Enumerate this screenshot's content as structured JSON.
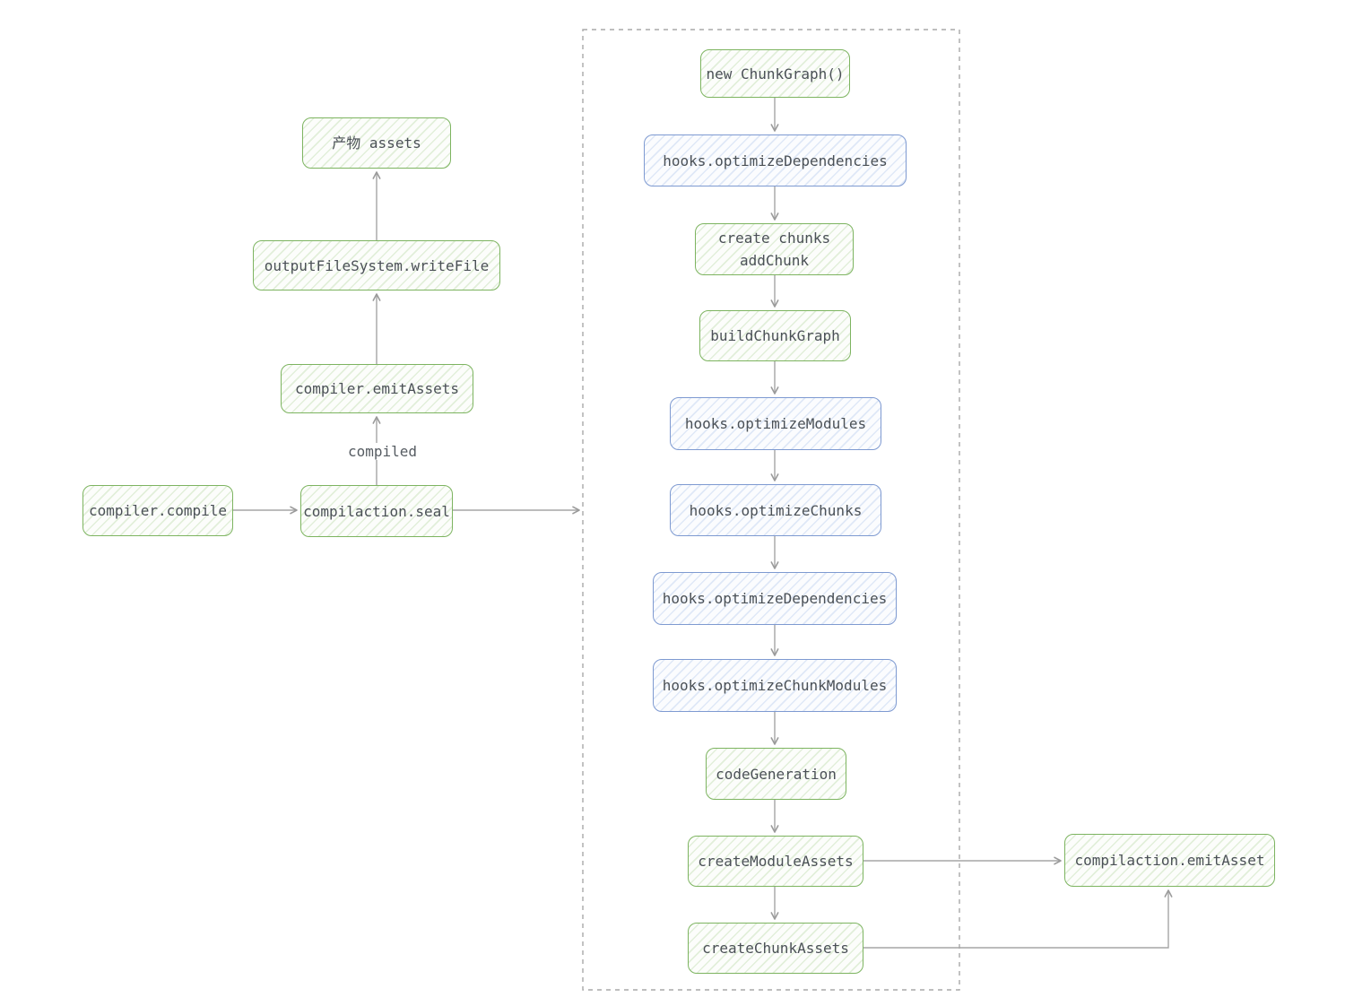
{
  "diagram": {
    "nodes": {
      "compiler_compile": "compiler.compile",
      "compilaction_seal": "compilaction.seal",
      "compiler_emitAssets": "compiler.emitAssets",
      "outputFileSystem_writeFile": "outputFileSystem.writeFile",
      "assets": "产物 assets",
      "new_chunkgraph": "new ChunkGraph()",
      "hooks_optimizeDependencies_1": "hooks.optimizeDependencies",
      "create_chunks_line1": "create chunks",
      "create_chunks_line2": "addChunk",
      "buildChunkGraph": "buildChunkGraph",
      "hooks_optimizeModules": "hooks.optimizeModules",
      "hooks_optimizeChunks": "hooks.optimizeChunks",
      "hooks_optimizeDependencies_2": "hooks.optimizeDependencies",
      "hooks_optimizeChunkModules": "hooks.optimizeChunkModules",
      "codeGeneration": "codeGeneration",
      "createModuleAssets": "createModuleAssets",
      "createChunkAssets": "createChunkAssets",
      "compilaction_emitAsset": "compilaction.emitAsset"
    },
    "edge_labels": {
      "compiled": "compiled"
    },
    "colors": {
      "green_border": "#7db460",
      "green_hatch": "#e2efda",
      "blue_border": "#7e9ad1",
      "blue_hatch": "#dfe8f7",
      "text_color": "#4a5056",
      "arrow_color": "#a0a0a0",
      "dashed_color": "#a9a9a9"
    }
  }
}
